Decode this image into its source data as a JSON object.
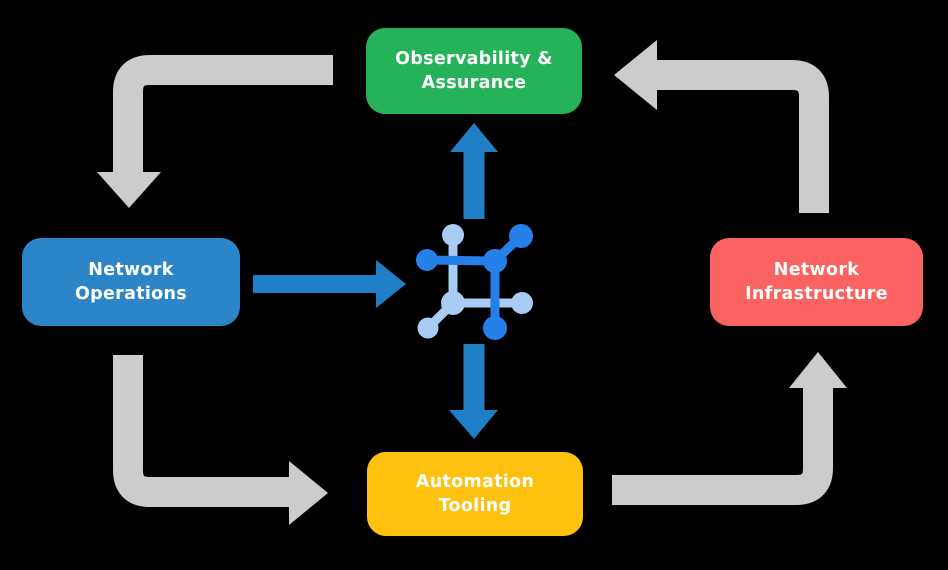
{
  "diagram": {
    "description": "Circular workflow diagram: four labeled nodes connected by gray cycle arrows, with a central network-mesh icon fed by blue arrows",
    "nodes": {
      "observability": {
        "label": "Observability &\nAssurance",
        "color": "#25B258"
      },
      "operations": {
        "label": "Network\nOperations",
        "color": "#2C85C7"
      },
      "infrastructure": {
        "label": "Network\nInfrastructure",
        "color": "#FA6361"
      },
      "automation": {
        "label": "Automation\nTooling",
        "color": "#FFC110"
      }
    },
    "edges": [
      {
        "from": "Observability & Assurance",
        "to": "Network Operations",
        "style": "gray-cycle"
      },
      {
        "from": "Network Operations",
        "to": "Automation Tooling",
        "style": "gray-cycle"
      },
      {
        "from": "Automation Tooling",
        "to": "Network Infrastructure",
        "style": "gray-cycle"
      },
      {
        "from": "Network Infrastructure",
        "to": "Observability & Assurance",
        "style": "gray-cycle"
      },
      {
        "from": "Network Operations",
        "to": "center-icon",
        "style": "blue"
      },
      {
        "from": "center-icon",
        "to": "Observability & Assurance",
        "style": "blue"
      },
      {
        "from": "center-icon",
        "to": "Automation Tooling",
        "style": "blue"
      }
    ],
    "center_icon": "network-mesh-icon"
  },
  "colors": {
    "background": "#000000",
    "gray_arrow": "#CCCCCC",
    "blue_arrow": "#1E7EC6",
    "icon_dark": "#2580E9",
    "icon_light": "#A9CCF4",
    "node_text": "#FFFFFF"
  }
}
